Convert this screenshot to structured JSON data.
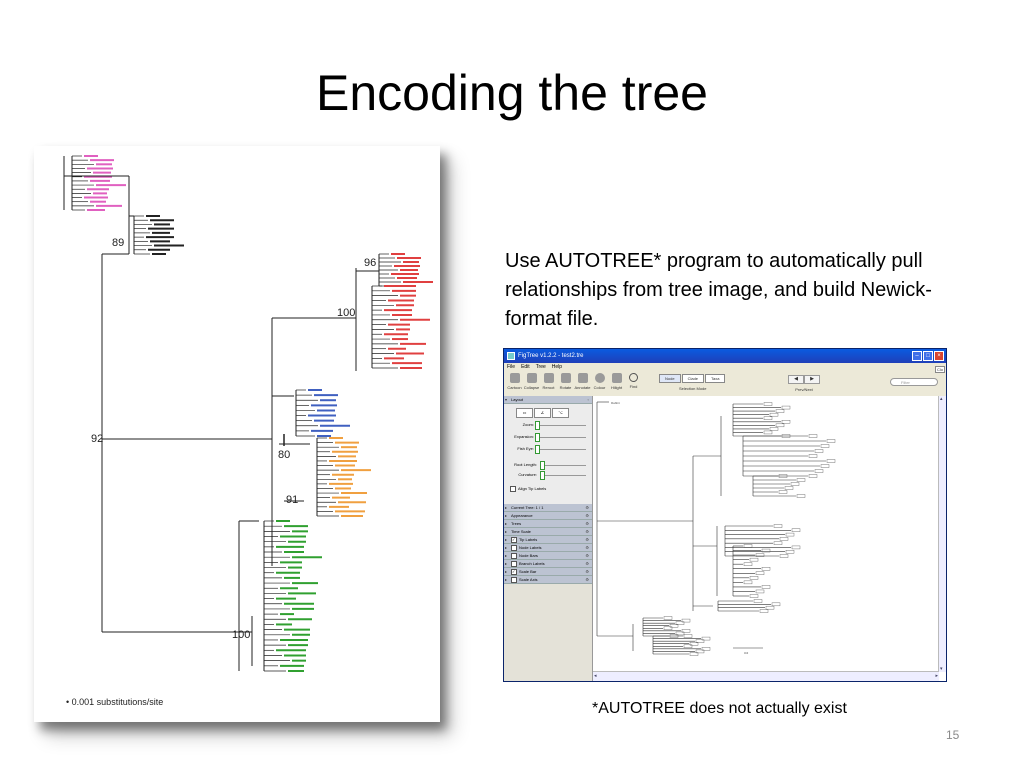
{
  "slide": {
    "title": "Encoding the tree",
    "body": "Use AUTOTREE* program to automatically pull relationships from tree image, and build Newick-format file.",
    "footnote": "*AUTOTREE does not actually exist",
    "slide_number": "15"
  },
  "tree_image": {
    "support_labels": [
      "89",
      "96",
      "100",
      "92",
      "80",
      "91",
      "100"
    ],
    "scale_label": "0.001 substitutions/site",
    "colors": {
      "pink": "#e060c0",
      "red": "#e04040",
      "blue": "#4060c0",
      "orange": "#f0a040",
      "green": "#30a030",
      "black": "#222222"
    }
  },
  "figtree": {
    "window_title": "FigTree v1.2.2 - test2.tre",
    "menu": [
      "File",
      "Edit",
      "Tree",
      "Help"
    ],
    "toolbar": [
      "Cartoon",
      "Collapse",
      "Reroot",
      "Rotate",
      "Annotate",
      "Colour",
      "Hilight",
      "Find"
    ],
    "selection_modes": [
      "Node",
      "Clade",
      "Taxa"
    ],
    "selection_mode_caption": "Selection Mode",
    "prev_next_caption": "Prev/Next",
    "filter_placeholder": "Filter",
    "close_tooltip": "Clo",
    "layout_title": "Layout",
    "layout_controls": [
      "Zoom:",
      "Expansion:",
      "Fish Eye:",
      "Root Length:",
      "Curvature:"
    ],
    "align_tip_labels": "Align Tip Labels",
    "sections": [
      {
        "label": "Current Tree: 1 / 1",
        "checkbox": false
      },
      {
        "label": "Appearance",
        "checkbox": false
      },
      {
        "label": "Trees",
        "checkbox": false
      },
      {
        "label": "Time Scale",
        "checkbox": false
      },
      {
        "label": "Tip Labels",
        "checkbox": true,
        "checked": true
      },
      {
        "label": "Node Labels",
        "checkbox": true,
        "checked": false
      },
      {
        "label": "Node Bars",
        "checkbox": true,
        "checked": false
      },
      {
        "label": "Branch Labels",
        "checkbox": true,
        "checked": false
      },
      {
        "label": "Scale Bar",
        "checkbox": true,
        "checked": true
      },
      {
        "label": "Scale Axis",
        "checkbox": true,
        "checked": false
      }
    ],
    "scale_bar_value": "3.0",
    "root_label": "Rabbit"
  }
}
